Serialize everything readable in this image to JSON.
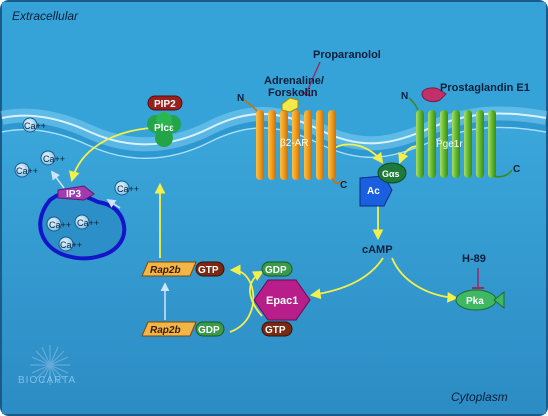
{
  "regions": {
    "extracellular": "Extracellular",
    "cytoplasm": "Cytoplasm"
  },
  "ligands": {
    "propranolol": "Proparanolol",
    "adrenaline_line1": "Adrenaline/",
    "adrenaline_line2": "Forskolin",
    "prostaglandin": "Prostaglandin E1",
    "h89": "H-89"
  },
  "receptors": {
    "b2ar": "β2-AR",
    "pge1r": "Pge1r",
    "n_terminus": "N",
    "c_terminus": "C"
  },
  "proteins": {
    "pip2": "PIP2",
    "plce": "Plcε",
    "ip3": "IP3",
    "ac": "Ac",
    "gas": "Gαs",
    "camp": "cAMP",
    "epac1": "Epac1",
    "pka": "Pka",
    "rap2b": "Rap2b",
    "gtp": "GTP",
    "gdp": "GDP"
  },
  "ions": {
    "calcium": "Ca++"
  },
  "logo": "BIOCARTA",
  "colors": {
    "extracellular_bg": "#32a0d6",
    "cytoplasm_bg": "#2a92c8",
    "receptor_b2ar": "#f3a21e",
    "receptor_pge1r": "#6ac23a",
    "arrow_yellow": "#f4f04a",
    "er_outline": "#1a1ad0",
    "epac1": "#b81e8a",
    "ac": "#1a5fe0",
    "pka": "#3fb862",
    "pip2": "#9a2020",
    "plce": "#23a446",
    "ip3": "#a23ab0"
  }
}
